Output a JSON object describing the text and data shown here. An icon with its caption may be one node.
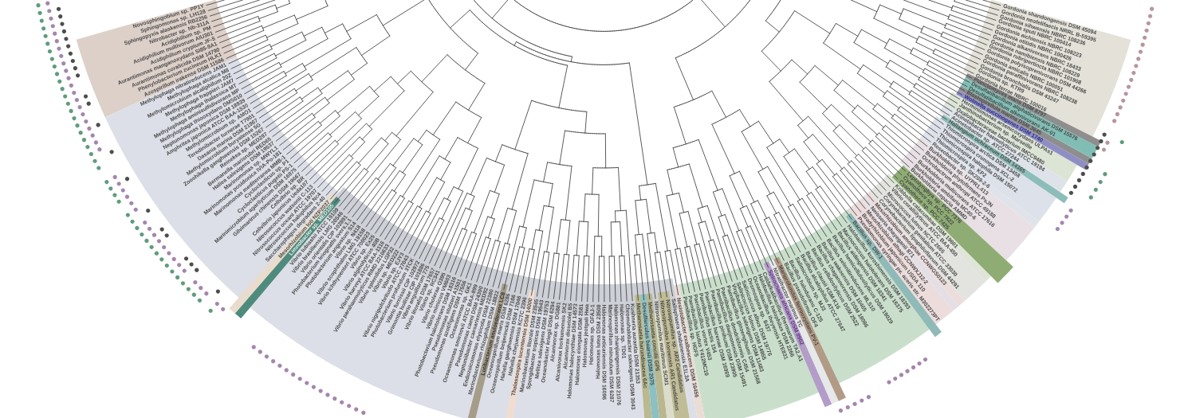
{
  "diagram": {
    "labels": [
      "Novosphingobium sp. PP1Y",
      "Sphingomonas sp. LH128",
      "Sphingopyxis alaskensis RB2256",
      "Nitrobacter sp. Nb-311A",
      "Acidiphilium sp. PM",
      "Acidiphilium multivorum AIU301",
      "Acidiphilium cryptum JF-5",
      "Aurantimonas manganoxydans SI85-9A1",
      "Aurantimonas coralicida DSM 14790",
      "Phenylobacterium zucineum HLK1",
      "Azospirillum irakense DSM 11586",
      "Methylophaga nitratireducens JAM1",
      "Methylophaga alcalica M8",
      "Methylomicrobium alcaliphilum 20Z",
      "Methylophaga frappieri JAM7",
      "Methylophaga thalassica MT",
      "Methylophaga aminisulfidivorans MP",
      "Methylophaga thiooxydans DMS010",
      "Neptunomonas japonica DSM 18939",
      "Amphritea japonica ATCC BAA-1530",
      "Methylomicrobium sp. AMO1",
      "Teredinibacter turnerae T7901",
      "Dasania marina DSM 21967",
      "Methylomicrobium buryatense 5G",
      "Zooshikella ganghwensis DSM 15267",
      "Reinekea sp. MED297",
      "Bermanella marisrubri RED65",
      "Haliea salexigens DSM 19537",
      "Marinomonas sp. MWYL1",
      "Marinomonas posidonica IVIA-Po-181",
      "Marinomonas mediterranea MMB-1",
      "Cycloclasticus sp. P1",
      "Cycloclasticus pugetii PS-1",
      "Marinimicrobium agarilyticum DSM 16975",
      "Gilvimarinus chinensis DSM 19667",
      "Cellvibrio sp. BR",
      "Cellvibrio japonicus Ueda107",
      "Nitrosococcus watsonii C-113",
      "Nitrosococcus oceani ATCC 19707",
      "Nitrosococcus halophilus Nc4",
      "Saccharophagus degradans 2-40",
      "Mesorhizobium loti NZP2037",
      "Limnobacter sp. MED105",
      "Vibrio tubiashii ATCC 19109",
      "Vibrio brasiliensis LMG 20546",
      "Vibrio orientalis CIP 102891",
      "Photobacterium leiognathi svers.1.1",
      "Photobacterium angustum S14",
      "Vibrio sp. N418",
      "Vibrio scophthalmi LMG 19158",
      "Vibrio ichthyoenteri ATCC 700023",
      "Vibrio sp. Ex25",
      "Vibrio alginolyticus 40B",
      "Vibrio harveyi ATCC BAA-1116",
      "Vibrio parahaemolyticus RIMD 2210633",
      "Vibrio splendidus LGP32",
      "Vibrio sp. MED222",
      "Vibrio sp. EJY3",
      "Vibrio nigripulchritudo ATCC 27043",
      "Photobacterium profundum 3TCK",
      "Vibrio furnissii CIP 102972",
      "Grimontia hollisae CIP 101886",
      "Vibrio anguillarum 775",
      "Vibrio litoralis DSM 17657",
      "Vibrio sp. RC341",
      "Vibrio cholerae O395",
      "Vibrio mimicus VM603",
      "Photobacterium halotolerans DSM 18316",
      "Pseudomonas stutzeri A1501",
      "Pseudomonas azotifigens DSM 17556",
      "Oceanimonas sp. GK1",
      "Oceanimonas smirnovii ATCC BAA-899",
      "Pseudomonas caeni DSM 24390",
      "Neptuniibacter caesariensis MED92",
      "Endozoicomonas elysicola DSM 22380",
      "Marinobacterium rhizophilum DSM 18822",
      "Lutibacterium anuloederans LC8",
      "Oceanospirillum maris DSM 6286",
      "Oceanospirillum beijerinckii DSM 7166",
      "Hahella ganghwensis DSM 17046",
      "Hahella chejuensis KCTC 2396",
      "Thalassospira lucentensis DSM 14000",
      "Marinobacterium litorale DSM 23545",
      "Spongiibacter tropicus DSM 19543",
      "Melitea salexigens DSM 19753",
      "Oceanobacter kriegii DSM 6294",
      "Alcanivorax sp. DG881",
      "Alcanivorax borkumensis SK2",
      "Alcanivorax dieselolei B5",
      "Halomonas halocynthiae DSM 14573",
      "Halomonas elongata DSM 2581",
      "Halomonas jeotgali Hwa",
      "Halomonas sp. GFAJ-1",
      "Halomonas lutea DSM 23508",
      "Halomonas anticariensis DSM 16096",
      "Marinospirillum minutulum DSM 6287",
      "Halomonas zhanjiangensis DSM 21076",
      "Halomonas sp. TD01",
      "Chromohalobacter salexigens DSM 3043",
      "Kushneria aurantia DSM 21353",
      "Methanosaeta harundinacea 6Ac",
      "Desulfarculus baarsii DSM 2075",
      "Methanosaeta concilii GP6",
      "Nitrosopumilus maritimus SCM1",
      "Nitrosopumilus koreensis AR1 Candidatus",
      "Nitrosopumilus sp. AR2 Candidatus",
      "Salisphaera shabanensis E1L3A",
      "Nesiotobacter exalbescens DSM 16456",
      "Paenibacillus sp. HGF5",
      "Paenibacillus lautus Y412MC10",
      "Paenibacillus vortex V453",
      "Paenibacillus lactis 154",
      "Paenibacillus harenae DSM 16969",
      "Paenibacillus pinihumi DSM 23905",
      "Paenibacillus daejeonensis DSM 15491",
      "Paenibacillus dendritiformis C454",
      "Paenibacillus ginsengihumi DSM 21568",
      "Virgibacillus salexigens DSM 11483",
      "Salinicoccus luteus DSM 14955",
      "Salinicoccus albus DSM 19776",
      "Desmospora sp. 8437",
      "Oceanobacillus iheyensis HTE831",
      "Halobacillus halophilus DSM 2266",
      "Caldalkalibacillus thermarum TA2.A1",
      "Spirochaeta africana DSM 8902",
      "Nitratifractor marinus TC",
      "Mariprofundus ferrooxydans PV-1",
      "Bacillus pseudofirmus OF4",
      "Bacillus halodurans C-125",
      "Salimicrobium sp. MJ3",
      "Bacillus alcalophilus ATCC 27647",
      "Bacillus clausii KSM-K16",
      "Bacillus cellulosilyticus DSM 2522",
      "Bacillus chagannorensis DSM 18086",
      "Bacillus wakoensis DSM 16465",
      "Bacillus selenitireducens MLS10",
      "Bacillus hemicellulosilyticus DSM 19029",
      "Bacillus aidingensis DSM 18341",
      "Marinococcus halotolerans DSM 16375",
      "Halobacillus kuroshimensis DSM 18393",
      "Bacillus sp. DW-1",
      "Pseudomonas syringae pv. aceris str. M302273PT",
      "Bradyrhizobium japonicum USDA 110",
      "Mesorhizobium alhagi CCNWXJ12-2",
      "Neisseria shayeganii 871",
      "Mesorhizobium amorphae CCNWGS0123",
      "Corynebacterium lipophiloflavum DSM 44291",
      "Corynebacterium genitalium ATCC 33030",
      "Micrococcus luteus NCTC 2665",
      "Vibrio coralliilyticus ATCC BAA-450",
      "Kribbella catacumbae DSM 19601",
      "Cyanothece sp. PCC 7425",
      "Cyanothece sp. PCC 7822",
      "Leptolyngbya sp. PCC 7376",
      "Burkholderia cepacia AMMD",
      "Burkholderia ambifaria MC40-6",
      "Burkholderia multivorans ATCC 17616",
      "Ochrobactrum anthropi ATCC 49188",
      "Burkholderia phytofirmans PsJN",
      "Burkholderia sp. UYPR1.413",
      "Roseobacter sp. SK209-2-6",
      "Thiomicrospira sp. KP2",
      "Thiomicrospira halophila DSM 15072",
      "Thiomicrospira crunogena XCL-2",
      "Thiomicrospira arctica DSM 13458",
      "Haliangium ochraceum DSM 14365",
      "Acinetobacter sp. ATCC 27244",
      "Acinetobacter haemolyticus ATCC 19194",
      "Oxalobacteraceae bacterium IMCC9480",
      "Janthinobacterium sp. Marseille",
      "Herminiimonas arsenicoxydans ULPAs1",
      "Wolinella succinogenes DSM 1740",
      "Blastopirellula marina DSM 3645",
      "Desulfatibacillum alkenivorans AK-01",
      "Desulfatibacillum aliphaticivorans DSM 15576",
      "Planctomyces maris DSM 8797",
      "Gordonia terrae NBRC 100016",
      "Gordonia sp. KTR9",
      "Gordonia bronchialis DSM 43247",
      "Gordonia paraffinivorans NBRC 108238",
      "Gordonia amicalis NBRC 100051",
      "Gordonia polyisoprenivorans DSM 44266",
      "Gordonia rubripertincta NBRC 101908",
      "Gordonia namibiensis NBRC 108229",
      "Gordonia alkanivorans NBRC 16433",
      "Gordonia otitidis NBRC 100426",
      "Gordonia aichiensis NBRC 108223",
      "Gordonia sputi NBRC 100414",
      "Gordonia sihwensis NBRC 108236",
      "Gordonia neofelifaecis NRRL B-59395",
      "Gordonia shandongensis DSM 45094"
    ]
  }
}
